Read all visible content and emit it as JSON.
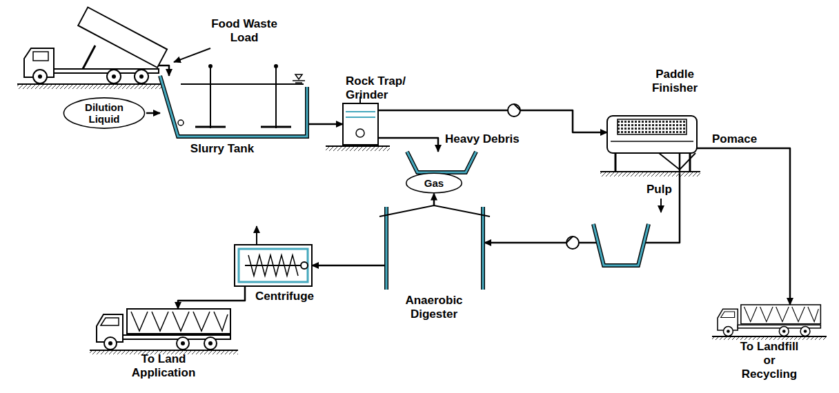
{
  "diagram": {
    "nodes": [
      {
        "text": [
          "Food Waste Load"
        ]
      },
      {
        "text": [
          "Dilution Liquid"
        ]
      },
      {
        "text": [
          "Slurry Tank"
        ]
      },
      {
        "text": [
          "Rock Trap/ Grinder"
        ]
      },
      {
        "text": [
          "Paddle Finisher"
        ]
      },
      {
        "text": [
          "Heavy Debris"
        ]
      },
      {
        "text": [
          "Gas"
        ]
      },
      {
        "text": [
          "Anaerobic Digester"
        ]
      },
      {
        "text": [
          "Centrifuge"
        ]
      },
      {
        "text": [
          "To Land Application"
        ]
      },
      {
        "text": [
          "To Landfill or Recycling"
        ]
      }
    ],
    "edges": [
      {
        "from": 0,
        "to": 2,
        "arrow": "to"
      },
      {
        "from": 1,
        "to": 2,
        "arrow": "to"
      },
      {
        "from": 2,
        "to": 3,
        "arrow": "to"
      },
      {
        "from": 3,
        "to": 5,
        "arrow": "to"
      },
      {
        "from": 3,
        "to": 4,
        "arrow": "to"
      },
      {
        "from": 4,
        "to": 10,
        "label": "Pomace",
        "arrow": "to"
      },
      {
        "from": 4,
        "to": 7,
        "label": "Pulp",
        "arrow": "to"
      },
      {
        "from": 7,
        "to": 6,
        "arrow": "to"
      },
      {
        "from": 7,
        "to": 8,
        "arrow": "to"
      },
      {
        "from": 8,
        "to": 9,
        "arrow": "to"
      }
    ]
  }
}
